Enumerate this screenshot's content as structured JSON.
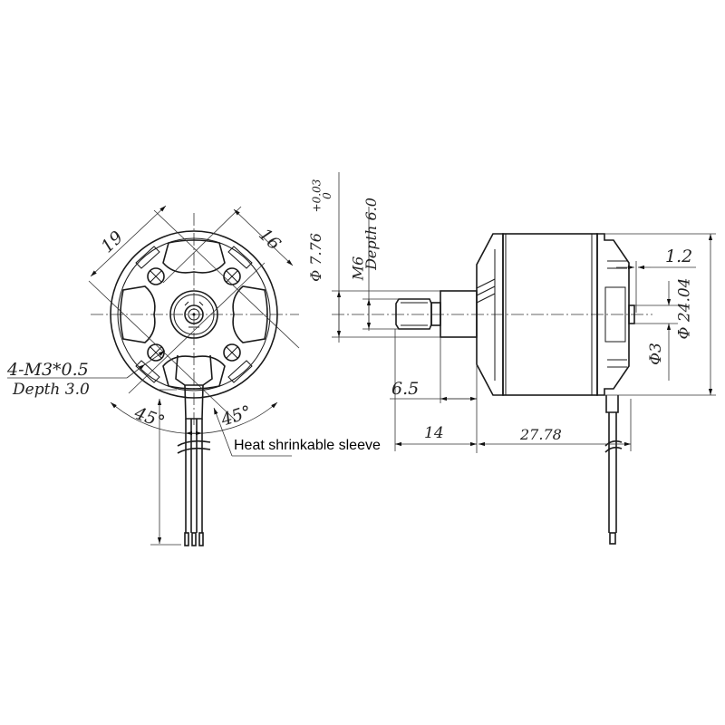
{
  "drawing": {
    "title": "Brushless motor dimension drawing",
    "front_view": {
      "dim_19": "19",
      "dim_16": "16",
      "thread_spec": "4-M3*0.5",
      "thread_depth": "Depth 3.0",
      "angle_left": "45°",
      "angle_right": "45°",
      "sleeve_note": "Heat shrinkable sleeve"
    },
    "side_view": {
      "shaft_diameter": "Φ 7.76",
      "shaft_tol_upper": "+0.03",
      "shaft_tol_lower": "0",
      "thread": "M6",
      "thread_depth": "Depth 6.0",
      "dim_6_5": "6.5",
      "dim_14": "14",
      "dim_27_78": "27.78",
      "dim_1_2": "1.2",
      "rear_shaft_dia": "Φ3",
      "body_dia": "Φ 24.04"
    },
    "colors": {
      "line": "#1a1a1a",
      "background": "#ffffff"
    }
  }
}
